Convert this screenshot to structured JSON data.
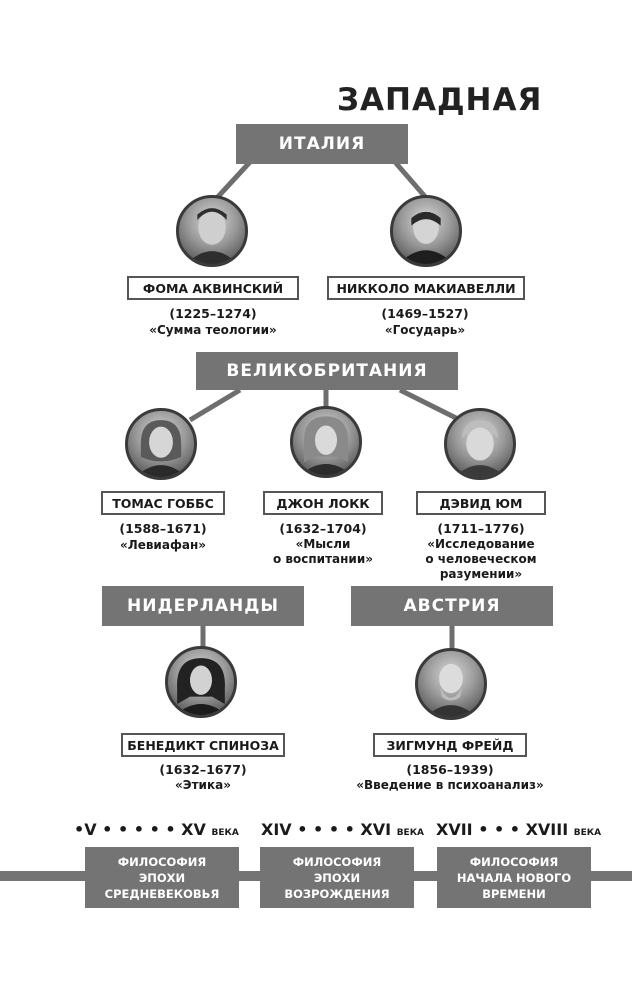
{
  "title": "ЗАПАДНАЯ",
  "countries": {
    "italy": "ИТАЛИЯ",
    "britain": "ВЕЛИКОБРИТАНИЯ",
    "netherlands": "НИДЕРЛАНДЫ",
    "austria": "АВСТРИЯ"
  },
  "philosophers": [
    {
      "name": "ФОМА АКВИНСКИЙ",
      "dates": "(1225–1274)",
      "work": "«Сумма теологии»"
    },
    {
      "name": "НИККОЛО МАКИАВЕЛЛИ",
      "dates": "(1469–1527)",
      "work": "«Государь»"
    },
    {
      "name": "ТОМАС ГОББС",
      "dates": "(1588–1671)",
      "work": "«Левиафан»"
    },
    {
      "name": "ДЖОН ЛОКК",
      "dates": "(1632–1704)",
      "work": "«Мысли\nо воспитании»"
    },
    {
      "name": "ДЭВИД ЮМ",
      "dates": "(1711–1776)",
      "work": "«Исследование\nо человеческом\nразумении»"
    },
    {
      "name": "БЕНЕДИКТ СПИНОЗА",
      "dates": "(1632–1677)",
      "work": "«Этика»"
    },
    {
      "name": "ЗИГМУНД ФРЕЙД",
      "dates": "(1856–1939)",
      "work": "«Введение в психоанализ»"
    }
  ],
  "timeline": {
    "periods": [
      {
        "range": "•V • • • • • XV",
        "unit": "ВЕКА",
        "era": "ФИЛОСОФИЯ\nЭПОХИ\nСРЕДНЕВЕКОВЬЯ"
      },
      {
        "range": "XIV • • • • XVI",
        "unit": "ВЕКА",
        "era": "ФИЛОСОФИЯ\nЭПОХИ\nВОЗРОЖДЕНИЯ"
      },
      {
        "range": "XVII • • • XVIII",
        "unit": "ВЕКА",
        "era": "ФИЛОСОФИЯ\nНАЧАЛА НОВОГО\nВРЕМЕНИ"
      }
    ]
  },
  "colors": {
    "box": "#747474",
    "line": "#6e6e6e",
    "text": "#1a1a1a"
  },
  "icons": [
    "portrait-icon"
  ]
}
